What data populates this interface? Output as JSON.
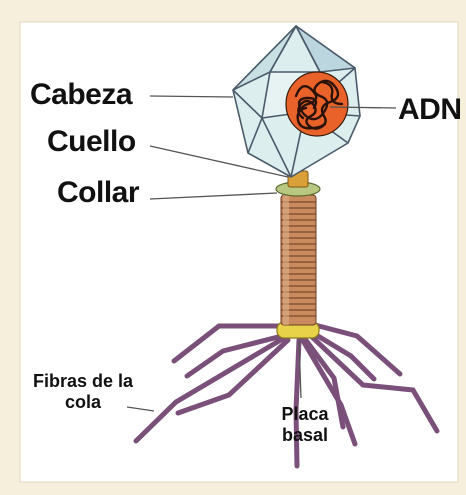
{
  "labels": {
    "head": "Cabeza",
    "neck": "Cuello",
    "collar": "Collar",
    "dna": "ADN",
    "tail_fibers": [
      "Fibras de la",
      "cola"
    ],
    "base_plate": [
      "Placa",
      "basal"
    ]
  },
  "colors": {
    "background": "#f6efdc",
    "panel": "#ffffff",
    "capsid_fill": "#dcefee",
    "capsid_edge": "#4a5a6a",
    "dna_fill": "#e8622a",
    "dna_strand": "#2a1208",
    "neck": "#d9a03a",
    "collar": "#b8c880",
    "tail_sheath": "#c98a5e",
    "base_plate": "#e8d24a",
    "fibers": "#7a4f7a",
    "leader_line": "#555555"
  },
  "icons": [
    "bacteriophage-icon"
  ]
}
